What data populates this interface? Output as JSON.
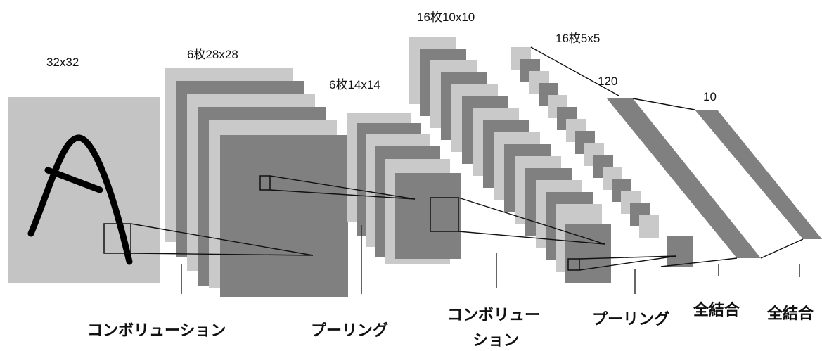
{
  "colors": {
    "input_bg": "#c4c4c4",
    "light_map": "#c9c9c9",
    "dark_map": "#808080",
    "line": "#111111"
  },
  "layers": {
    "input_size": "32x32",
    "conv1_size": "6枚28x28",
    "pool1_size": "6枚14x14",
    "conv2_size": "16枚10x10",
    "pool2_size": "16枚5x5",
    "fc1_size": "120",
    "fc2_size": "10"
  },
  "operations": {
    "conv1": "コンボリューション",
    "pool1": "プーリング",
    "conv2_line1": "コンボリュー",
    "conv2_line2": "ション",
    "pool2": "プーリング",
    "fc1": "全結合",
    "fc2": "全結合"
  },
  "input_glyph": "A"
}
